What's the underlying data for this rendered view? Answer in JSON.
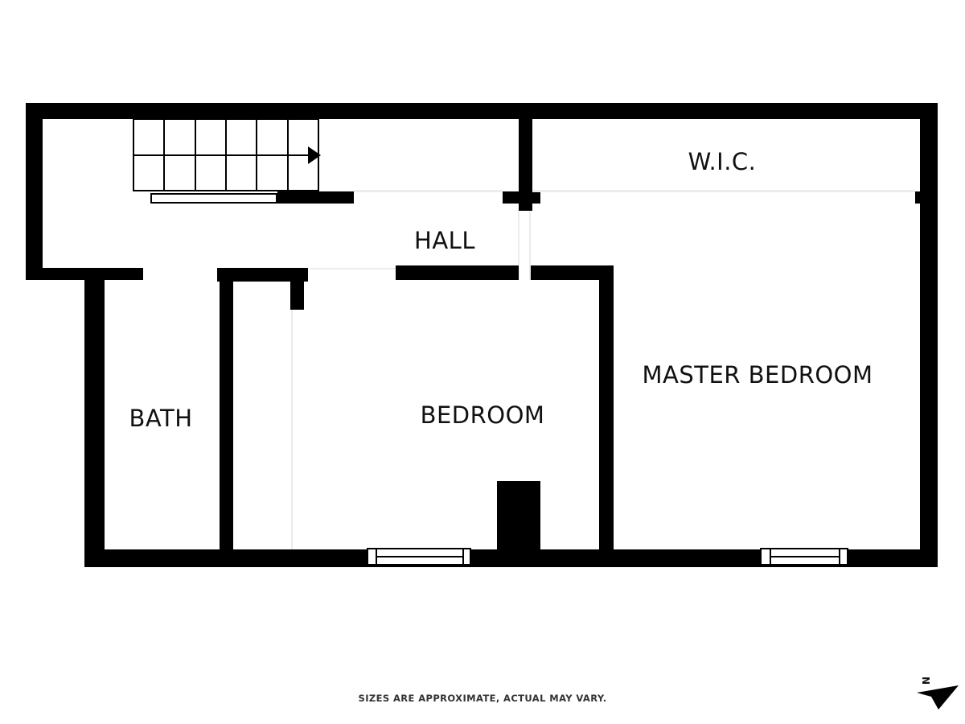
{
  "floor_plan": {
    "rooms": {
      "wic": {
        "label": "W.I.C."
      },
      "hall": {
        "label": "HALL"
      },
      "bath": {
        "label": "BATH"
      },
      "bedroom": {
        "label": "BEDROOM"
      },
      "master_bedroom": {
        "label": "MASTER BEDROOM"
      }
    },
    "disclaimer": "SIZES ARE APPROXIMATE, ACTUAL MAY VARY.",
    "compass": {
      "north_label": "N"
    },
    "icons": {
      "stair_direction": "right-pointing-arrow",
      "north_arrow": "dart-pointing-upper-left"
    },
    "colors": {
      "background": "#ffffff",
      "wall": "#000000",
      "faint_opening_line": "#ececec",
      "text": "#111111"
    }
  }
}
